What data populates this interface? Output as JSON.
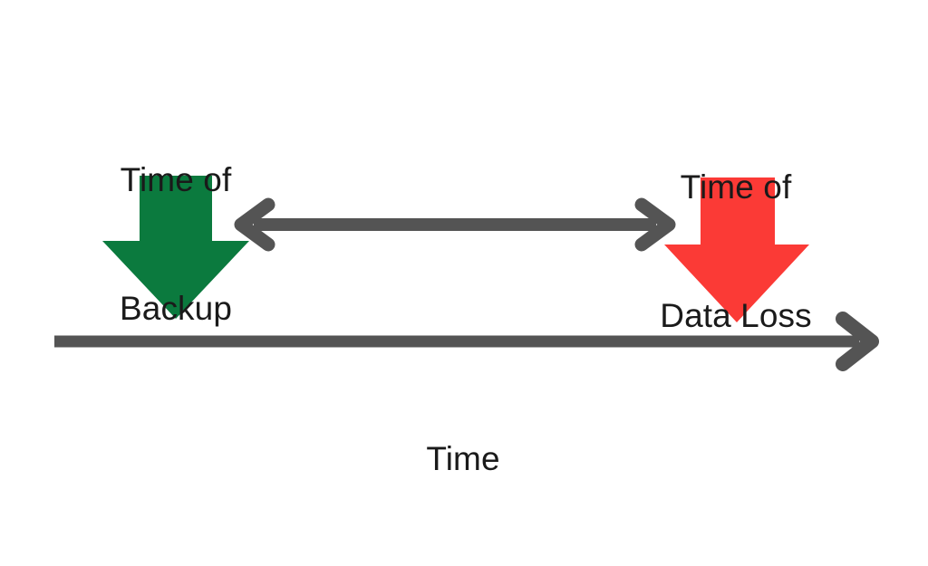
{
  "diagram": {
    "title": "Backup and Data Loss Timeline",
    "type": "timeline-diagram",
    "background_color": "#ffffff"
  },
  "labels": {
    "backup": {
      "line1": "Time of",
      "line2": "Backup",
      "full_text": "Time of Backup",
      "color": "#1a1a1a"
    },
    "data_loss": {
      "line1": "Time of",
      "line2": "Data Loss",
      "full_text": "Time of Data Loss",
      "color": "#1a1a1a"
    },
    "time_axis": {
      "text": "Time",
      "color": "#1a1a1a"
    }
  },
  "markers": {
    "backup_arrow": {
      "name": "backup-marker",
      "direction": "down",
      "color": "#0b7a3e"
    },
    "data_loss_arrow": {
      "name": "data-loss-marker",
      "direction": "down",
      "color": "#fb3a36"
    }
  },
  "connectors": {
    "interval_arrow": {
      "name": "recovery-point-objective-span",
      "direction": "double",
      "color": "#545454"
    },
    "time_axis_arrow": {
      "name": "time-axis",
      "direction": "right",
      "color": "#545454"
    }
  },
  "colors": {
    "green": "#0b7a3e",
    "red": "#fb3a36",
    "gray": "#545454",
    "text": "#1a1a1a",
    "background": "#ffffff"
  }
}
